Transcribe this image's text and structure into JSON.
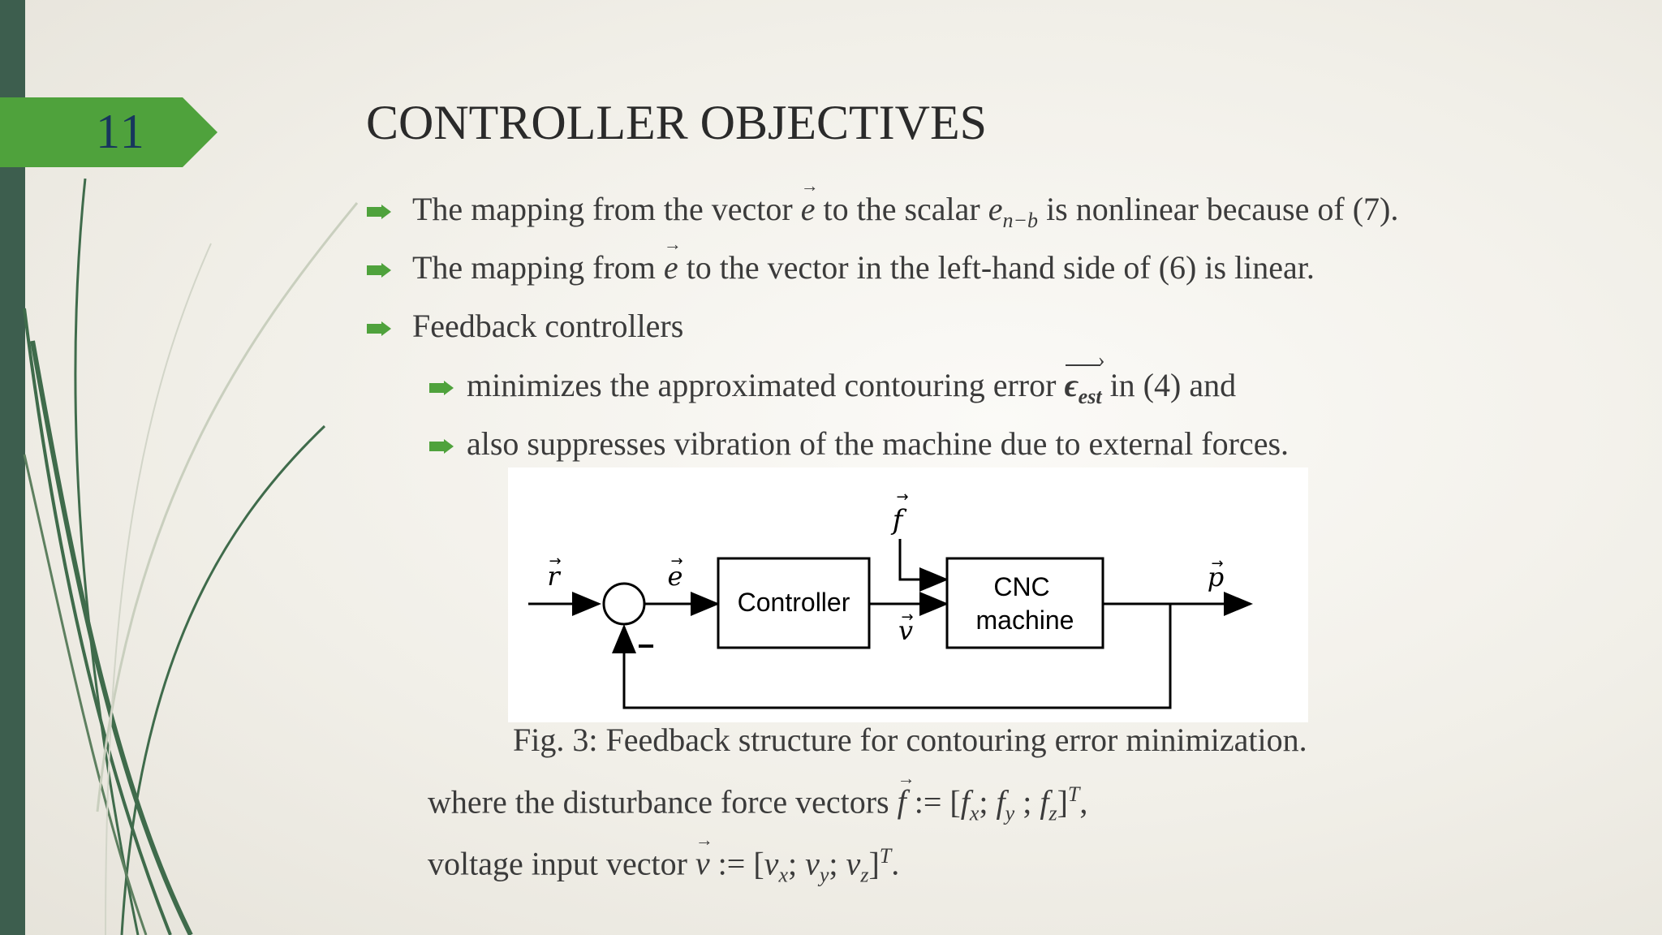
{
  "slide": {
    "number": "11",
    "title": "CONTROLLER OBJECTIVES"
  },
  "bullets": [
    {
      "pre": "The mapping from the vector ",
      "sym": "e",
      "mid": " to the scalar ",
      "sym2": "e",
      "sub2": "n−b",
      "post": " is nonlinear because of (7)."
    },
    {
      "pre": " The mapping from ",
      "sym": "e",
      "post": " to the vector in the left-hand side of (6) is linear."
    },
    {
      "text": "Feedback controllers"
    }
  ],
  "sub_bullets": [
    {
      "pre": "minimizes the approximated contouring error ",
      "sym": "ϵ",
      "sub": "est",
      "post": " in (4) and"
    },
    {
      "text": "also suppresses vibration of the machine due to external forces."
    }
  ],
  "diagram": {
    "controller_label": "Controller",
    "plant_label_line1": "CNC",
    "plant_label_line2": "machine",
    "input_label": "r",
    "error_label": "e",
    "disturbance_label": "f",
    "voltage_label": "v",
    "output_label": "p",
    "minus_sign": "−"
  },
  "caption": "Fig. 3: Feedback structure for contouring error minimization.",
  "footnotes": {
    "line1_pre": "where the disturbance force vectors ",
    "line1_sym": "f",
    "line1_eq": " := [",
    "line1_f1": "f",
    "line1_s1": "x",
    "line1_sep1": "; ",
    "line1_f2": "f",
    "line1_s2": "y",
    "line1_sep2": " ; ",
    "line1_f3": "f",
    "line1_s3": "z",
    "line1_close": "]",
    "line1_sup": "T",
    "line1_end": ",",
    "line2_pre": " voltage input vector ",
    "line2_sym": "v",
    "line2_eq": " := [",
    "line2_f1": "v",
    "line2_s1": "x",
    "line2_sep1": "; ",
    "line2_f2": "v",
    "line2_s2": "y",
    "line2_sep2": "; ",
    "line2_f3": "v",
    "line2_s3": "z",
    "line2_close": "]",
    "line2_sup": "T",
    "line2_end": "."
  },
  "colors": {
    "accent_green": "#4fa23c",
    "side_bar": "#3d5e4e",
    "number_text": "#17365d",
    "deco_green": "#3f6b4b"
  }
}
